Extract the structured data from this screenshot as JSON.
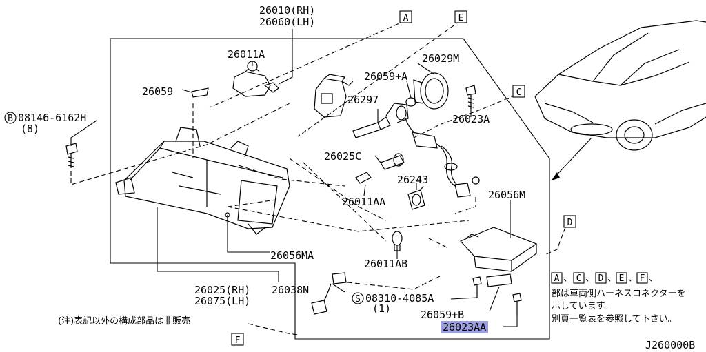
{
  "parts": {
    "p26010": "26010(RH)",
    "p26060": "26060(LH)",
    "p26011A": "26011A",
    "p26059": "26059",
    "p08146": "08146-6162H",
    "p08146_qty": "(8)",
    "p26029M": "26029M",
    "p26059A": "26059+A",
    "p26297": "26297",
    "p26023A": "26023A",
    "p26025C": "26025C",
    "p26011AA": "26011AA",
    "p26243": "26243",
    "p26056M": "26056M",
    "p26056MA": "26056MA",
    "p26011AB": "26011AB",
    "p26025": "26025(RH)",
    "p26075": "26075(LH)",
    "p26038N": "26038N",
    "p08310": "08310-4085A",
    "p08310_qty": "(1)",
    "p26059B": "26059+B",
    "p26023AA_hl": "26023",
    "p26023AA_rest": "AA"
  },
  "refs": {
    "A": "A",
    "E": "E",
    "C": "C",
    "D": "D",
    "F": "F",
    "B_circle": "B",
    "S_circle": "S"
  },
  "notes": {
    "note_left": "(注)表記以外の構成部品は非販売",
    "conn_line1_sep": "、",
    "conn_line1_end": "、",
    "conn_line2": "部は車両側ハーネスコネクターを",
    "conn_line3": "示しています。",
    "conn_line4": "別頁一覧表を参照して下さい。"
  },
  "diagram_code": "J260000B",
  "colors": {
    "highlight": "#7b7fd6",
    "line": "#000000",
    "background": "#ffffff"
  }
}
